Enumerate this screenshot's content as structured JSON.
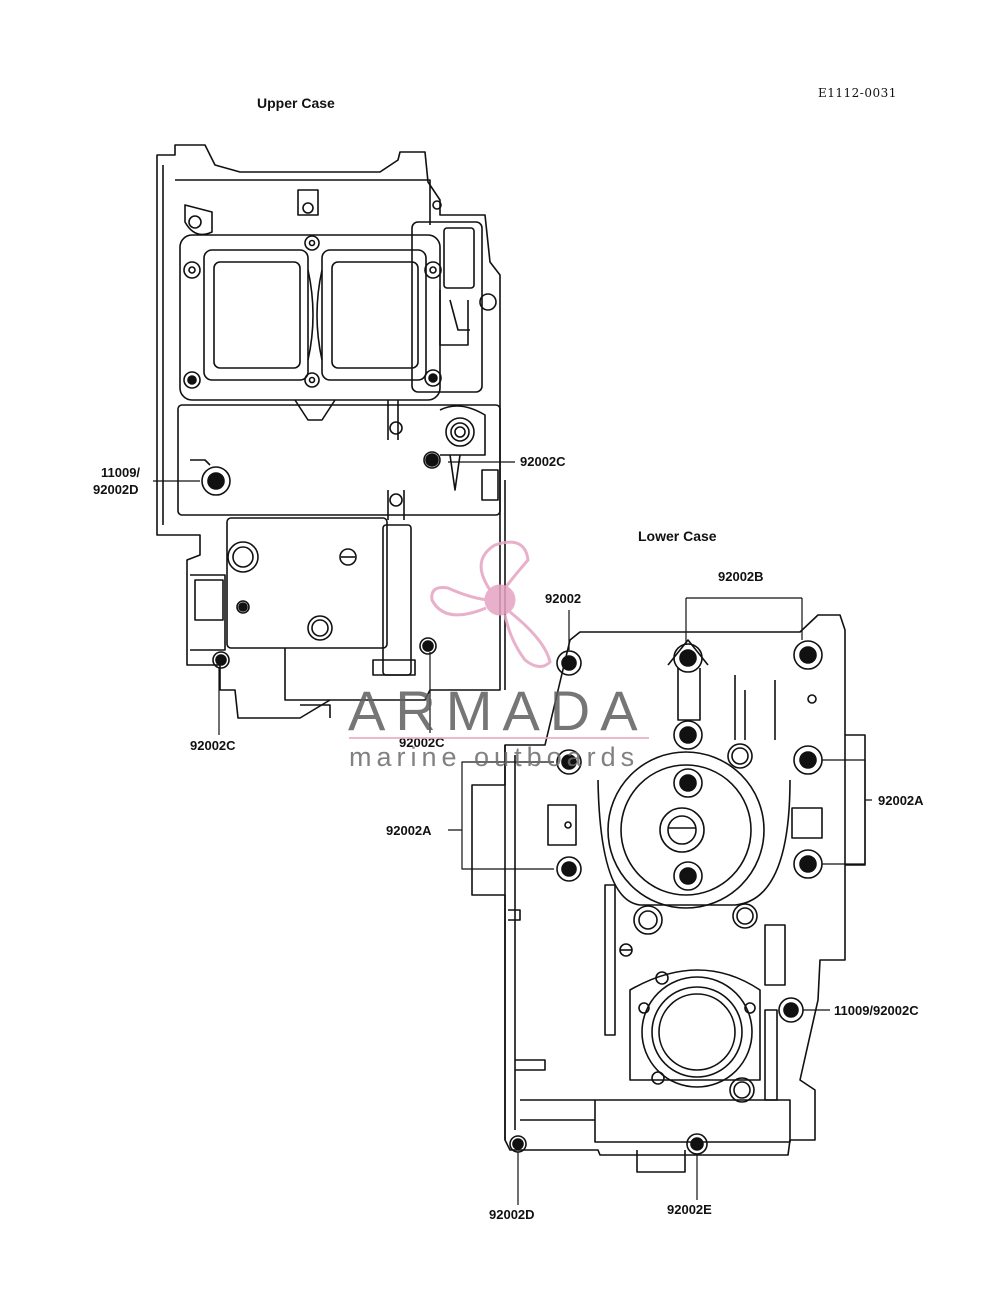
{
  "figure_code": "E1112-0031",
  "upper_case": {
    "title": "Upper Case",
    "callouts": {
      "p11009_92002D_a": "11009/",
      "p11009_92002D_b": "92002D",
      "p92002C_right": "92002C",
      "p92002C_bottom_left": "92002C",
      "p92002C_bottom_right": "92002C"
    }
  },
  "lower_case": {
    "title": "Lower Case",
    "callouts": {
      "p92002": "92002",
      "p92002B": "92002B",
      "p92002A_right": "92002A",
      "p92002A_left": "92002A",
      "p11009_92002C": "11009/92002C",
      "p92002D": "92002D",
      "p92002E": "92002E"
    }
  },
  "watermark": {
    "brand": "ARMADA",
    "tagline": "marine outboards",
    "accent_color": "#e6a3c2"
  },
  "colors": {
    "line": "#111111",
    "background": "#ffffff"
  }
}
